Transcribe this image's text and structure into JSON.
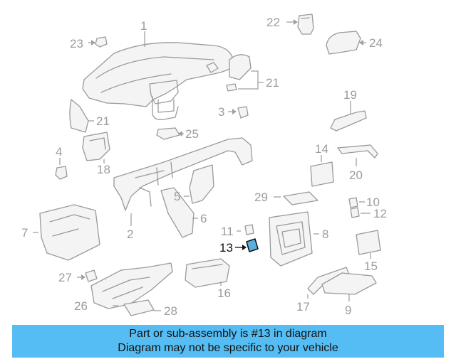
{
  "callouts": {
    "c1": "1",
    "c2": "2",
    "c3": "3",
    "c4": "4",
    "c5": "5",
    "c6": "6",
    "c7": "7",
    "c8": "8",
    "c9": "9",
    "c10": "10",
    "c11": "11",
    "c12": "12",
    "c13": "13",
    "c14": "14",
    "c15": "15",
    "c16": "16",
    "c17": "17",
    "c18": "18",
    "c19": "19",
    "c20": "20",
    "c21a": "21",
    "c21b": "21",
    "c22": "22",
    "c23": "23",
    "c24": "24",
    "c25": "25",
    "c26": "26",
    "c27": "27",
    "c28": "28",
    "c29": "29"
  },
  "highlight_part": "13",
  "colors": {
    "banner": "#55bdf3",
    "highlight": "#5aaee0",
    "linework": "#9a9a9a"
  },
  "banner": {
    "line1": "Part or sub-assembly is #13 in diagram",
    "line2": "Diagram may not be specific to your vehicle"
  }
}
